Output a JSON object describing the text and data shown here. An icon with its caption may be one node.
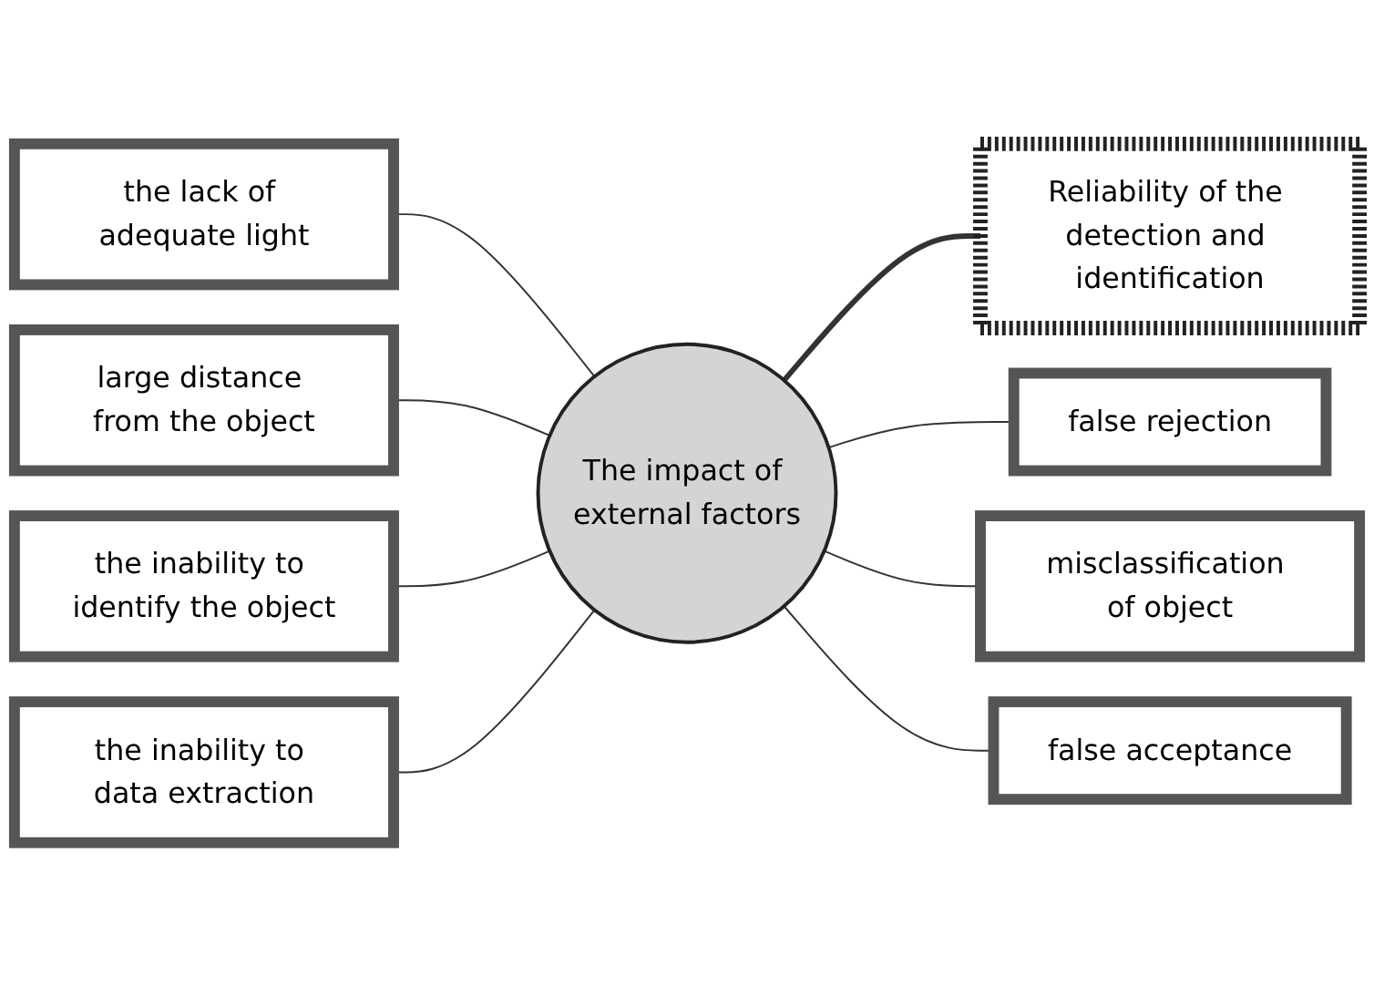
{
  "diagram": {
    "nodes": [
      {
        "text": [
          "the lack of adequate light"
        ]
      },
      {
        "text": [
          "large distance from the object"
        ]
      },
      {
        "text": [
          "the inability to identify the object"
        ]
      },
      {
        "text": [
          "the inability to data extraction"
        ]
      },
      {
        "text": [
          "Reliability of the detection and identification"
        ]
      },
      {
        "text": [
          "The impact of external factors"
        ]
      },
      {
        "text": [
          "false rejection"
        ]
      },
      {
        "text": [
          "misclassification of object"
        ]
      },
      {
        "text": [
          "false acceptance"
        ]
      }
    ],
    "edges": [
      {
        "from": 0,
        "to": 5,
        "arrow": "none"
      },
      {
        "from": 1,
        "to": 5,
        "arrow": "none"
      },
      {
        "from": 2,
        "to": 5,
        "arrow": "none"
      },
      {
        "from": 3,
        "to": 5,
        "arrow": "none"
      },
      {
        "from": 5,
        "to": 4,
        "arrow": "none",
        "style": "thick"
      },
      {
        "from": 5,
        "to": 6,
        "arrow": "none"
      },
      {
        "from": 5,
        "to": 7,
        "arrow": "none"
      },
      {
        "from": 5,
        "to": 8,
        "arrow": "none"
      }
    ]
  }
}
